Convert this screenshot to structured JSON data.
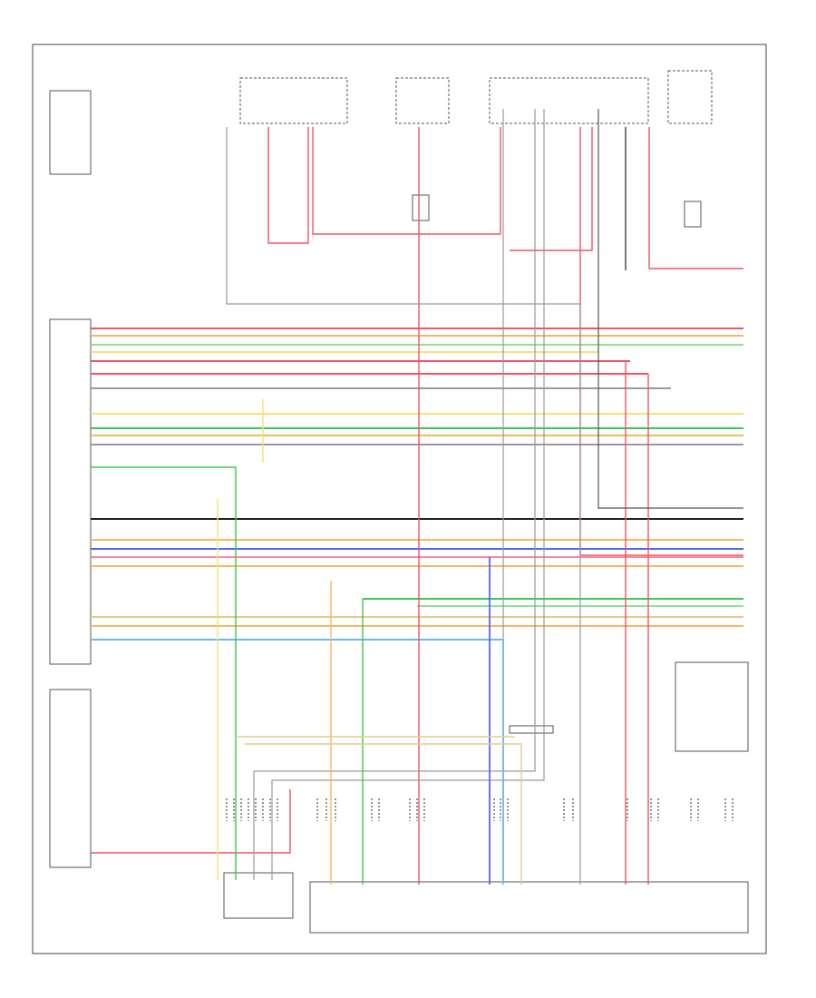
{
  "diagram": {
    "figure_id": "",
    "module_left_label": "",
    "bottom_connector_label": "",
    "footer_line1": "",
    "footer_line2": ""
  },
  "colors": {
    "red": "#ee5566",
    "pink": "#ff8899",
    "yellow": "#f3e27a",
    "orange": "#f4b860",
    "green": "#3cc853",
    "lightgreen": "#8fe29a",
    "blue": "#5566ee",
    "lightblue": "#6fb7ee",
    "gray": "#9a9a9a",
    "darkgray": "#555555",
    "black": "#222222",
    "tan": "#e7c98c"
  },
  "wires": [
    {
      "name": "h-red-1",
      "color": "red"
    },
    {
      "name": "h-orange-1",
      "color": "orange"
    },
    {
      "name": "h-green-1",
      "color": "lightgreen"
    },
    {
      "name": "h-yellow-1",
      "color": "yellow"
    },
    {
      "name": "h-red-2",
      "color": "red"
    },
    {
      "name": "h-red-3",
      "color": "red"
    },
    {
      "name": "h-gray-1",
      "color": "gray"
    },
    {
      "name": "h-yellow-2",
      "color": "yellow"
    },
    {
      "name": "h-green-2",
      "color": "green"
    },
    {
      "name": "h-orange-2",
      "color": "orange"
    },
    {
      "name": "h-gray-2",
      "color": "gray"
    },
    {
      "name": "h-black-1",
      "color": "black"
    },
    {
      "name": "h-orange-3",
      "color": "orange"
    },
    {
      "name": "h-blue-1",
      "color": "blue"
    },
    {
      "name": "h-pink-1",
      "color": "pink"
    },
    {
      "name": "h-orange-4",
      "color": "orange"
    },
    {
      "name": "h-green-3",
      "color": "green"
    },
    {
      "name": "h-green-4",
      "color": "lightgreen"
    },
    {
      "name": "h-tan-1",
      "color": "tan"
    },
    {
      "name": "h-orange-5",
      "color": "orange"
    },
    {
      "name": "h-lightblue-1",
      "color": "lightblue"
    }
  ]
}
